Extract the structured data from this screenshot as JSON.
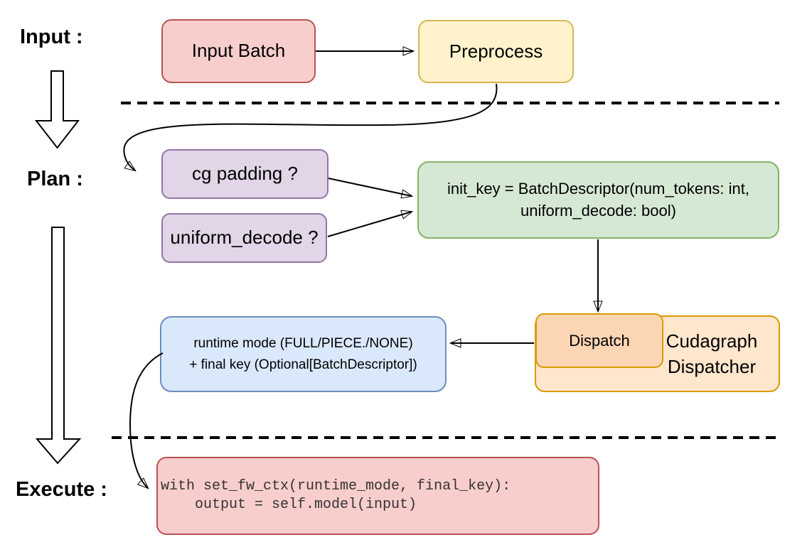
{
  "stages": {
    "input": "Input :",
    "plan": "Plan :",
    "execute": "Execute :"
  },
  "nodes": {
    "input_batch": {
      "label": "Input Batch",
      "fill": "#f8cecc",
      "stroke": "#b85450"
    },
    "preprocess": {
      "label": "Preprocess",
      "fill": "#fff2cc",
      "stroke": "#d6b656"
    },
    "cg_padding": {
      "label": "cg padding ?",
      "fill": "#e1d5e7",
      "stroke": "#9673a6"
    },
    "uniform_decode": {
      "label": "uniform_decode ?",
      "fill": "#e1d5e7",
      "stroke": "#9673a6"
    },
    "init_key": {
      "line1": "init_key = BatchDescriptor(num_tokens: int,",
      "line2": "uniform_decode: bool)",
      "fill": "#d5e8d4",
      "stroke": "#82b366"
    },
    "runtime_result": {
      "line1": "runtime mode (FULL/PIECE./NONE)",
      "line2": "+ final key (Optional[BatchDescriptor])",
      "fill": "#dae8fc",
      "stroke": "#6c8ebf"
    },
    "dispatch": {
      "label": "Dispatch",
      "fill": "#fcd5b4",
      "stroke": "#d79b00"
    },
    "cudagraph_dispatcher": {
      "line1": "Cudagraph",
      "line2": "Dispatcher",
      "fill": "#ffe6cc",
      "stroke": "#d79b00"
    },
    "execute_code": {
      "line1": "with set_fw_ctx(runtime_mode, final_key):",
      "line2": "    output = self.model(input)",
      "fill": "#f8cecc",
      "stroke": "#b85450"
    }
  },
  "connector_color": "#000000"
}
